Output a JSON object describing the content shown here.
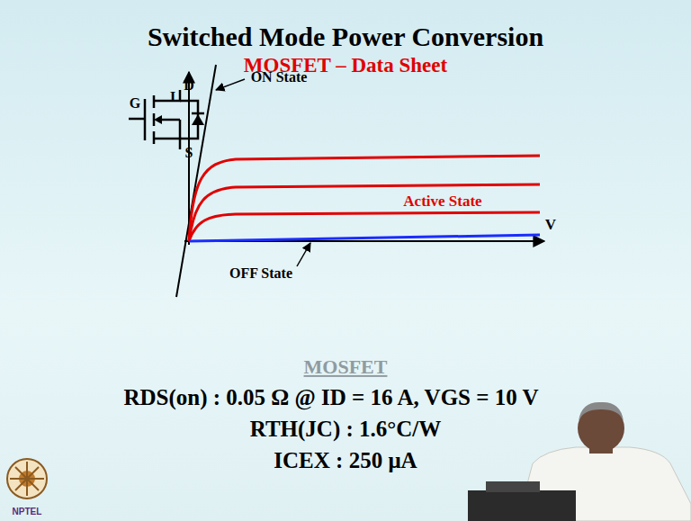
{
  "diagram": {
    "title": "Switched Mode Power Conversion",
    "labels": [
      "MOSFET – Data Sheet",
      "G",
      "D",
      "S",
      "I",
      "V",
      "ON State",
      "Active State",
      "OFF State",
      "MOSFET",
      "RDS(on) : 0.05 Ω @ ID = 16 A, VGS = 10 V",
      "RTH(JC) : 1.6°C/W",
      "ICEX : 250 μA",
      "NPTEL"
    ]
  }
}
